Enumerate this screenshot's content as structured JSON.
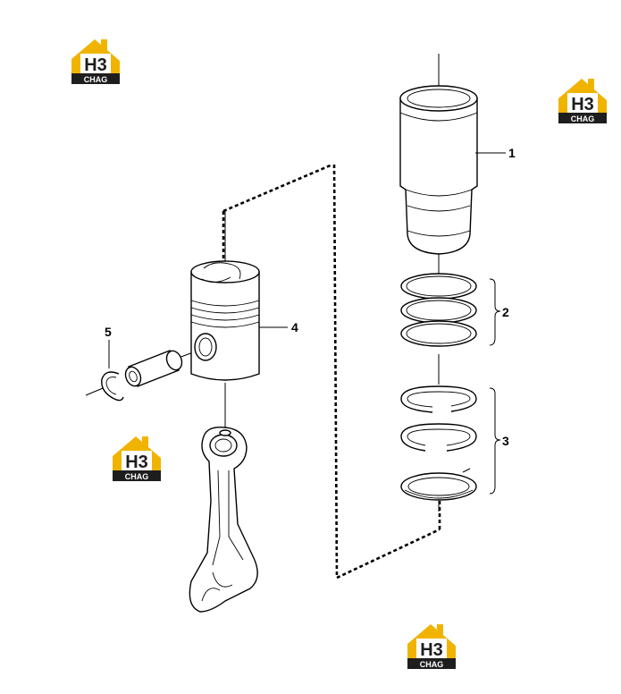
{
  "callouts": [
    "1",
    "2",
    "3",
    "4",
    "5"
  ],
  "logo": {
    "text_main": "H3",
    "text_sub": "CHAG",
    "colors": {
      "yellow": "#f0b400",
      "dark": "#1e1e1e",
      "white": "#ffffff"
    }
  },
  "colors": {
    "line": "#000000",
    "background": "#ffffff"
  }
}
